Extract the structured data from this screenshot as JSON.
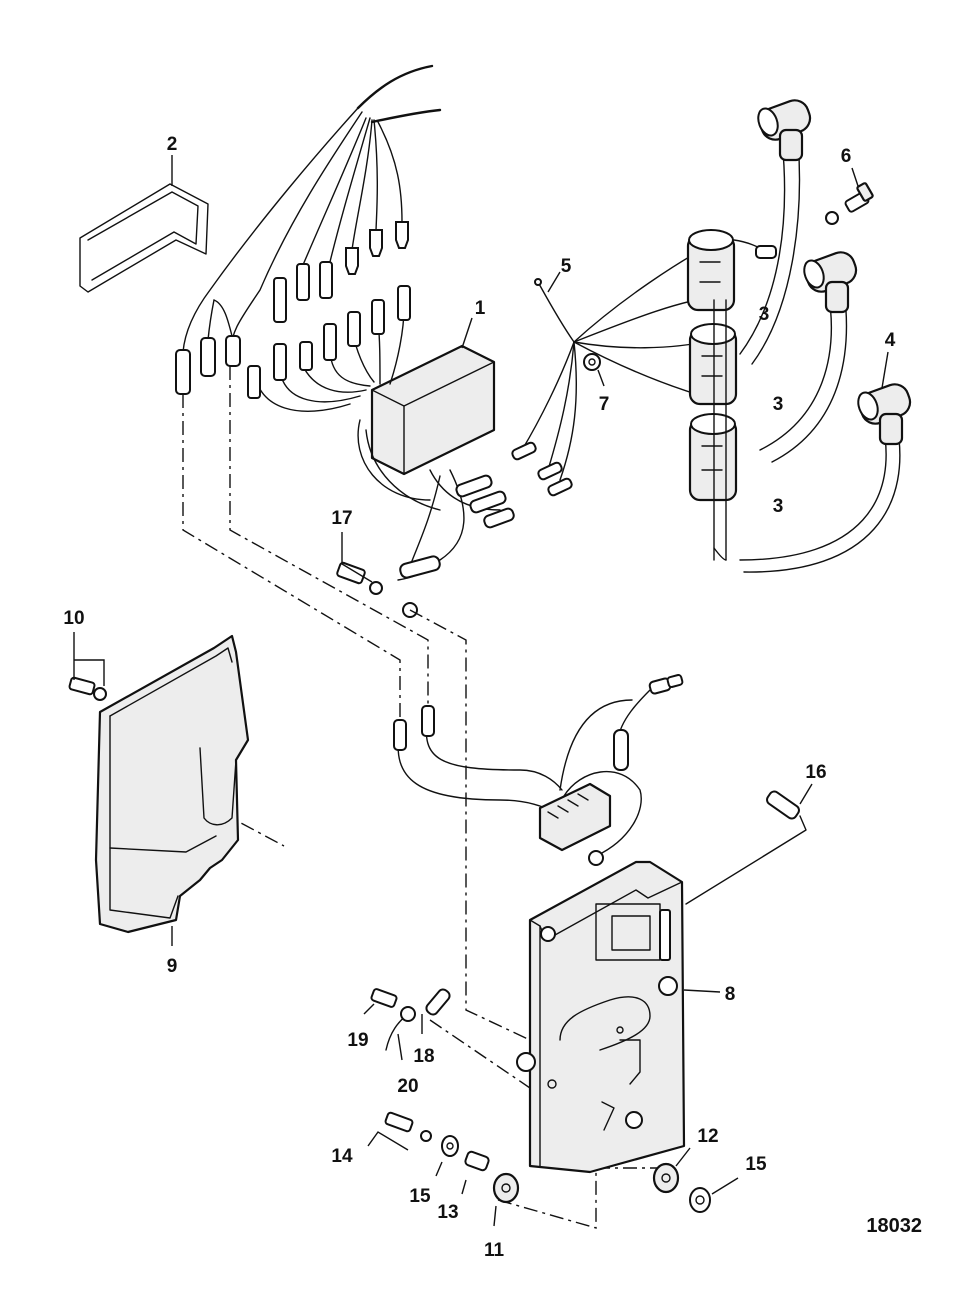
{
  "diagram": {
    "callouts": {
      "c1": "1",
      "c2": "2",
      "c3a": "3",
      "c3b": "3",
      "c3c": "3",
      "c4": "4",
      "c5": "5",
      "c6": "6",
      "c7": "7",
      "c8": "8",
      "c9": "9",
      "c10": "10",
      "c11": "11",
      "c12": "12",
      "c13": "13",
      "c14": "14",
      "c15a": "15",
      "c15b": "15",
      "c16": "16",
      "c17": "17",
      "c18": "18",
      "c19": "19",
      "c20": "20"
    },
    "drawing_number": "18032"
  }
}
